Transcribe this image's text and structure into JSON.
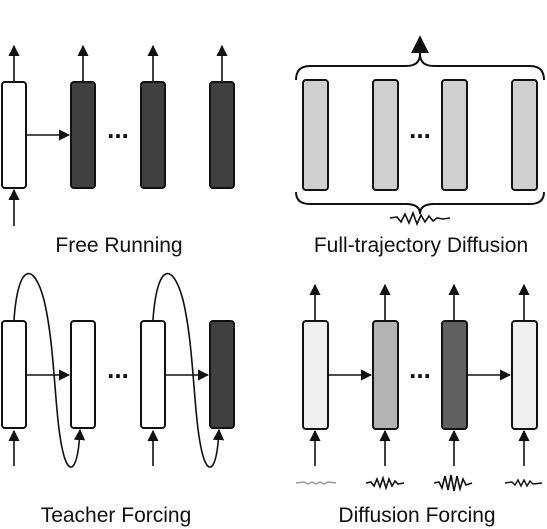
{
  "panels": {
    "free_running": {
      "caption": "Free Running",
      "ellipsis": "..."
    },
    "full_trajectory_diffusion": {
      "caption": "Full-trajectory Diffusion",
      "ellipsis": "..."
    },
    "teacher_forcing": {
      "caption": "Teacher Forcing",
      "ellipsis": "..."
    },
    "diffusion_forcing": {
      "caption": "Diffusion Forcing",
      "ellipsis": "..."
    }
  },
  "colors": {
    "outline": "#111111",
    "white_box": "#ffffff",
    "dark_box": "#404040",
    "light_gray_box": "#cfcfcf",
    "df_box_1": "#efefef",
    "df_box_2": "#b3b3b3",
    "df_box_3": "#606060",
    "df_box_4": "#efefef",
    "noise_light": "#9a9a9a",
    "noise_dark": "#111111"
  }
}
